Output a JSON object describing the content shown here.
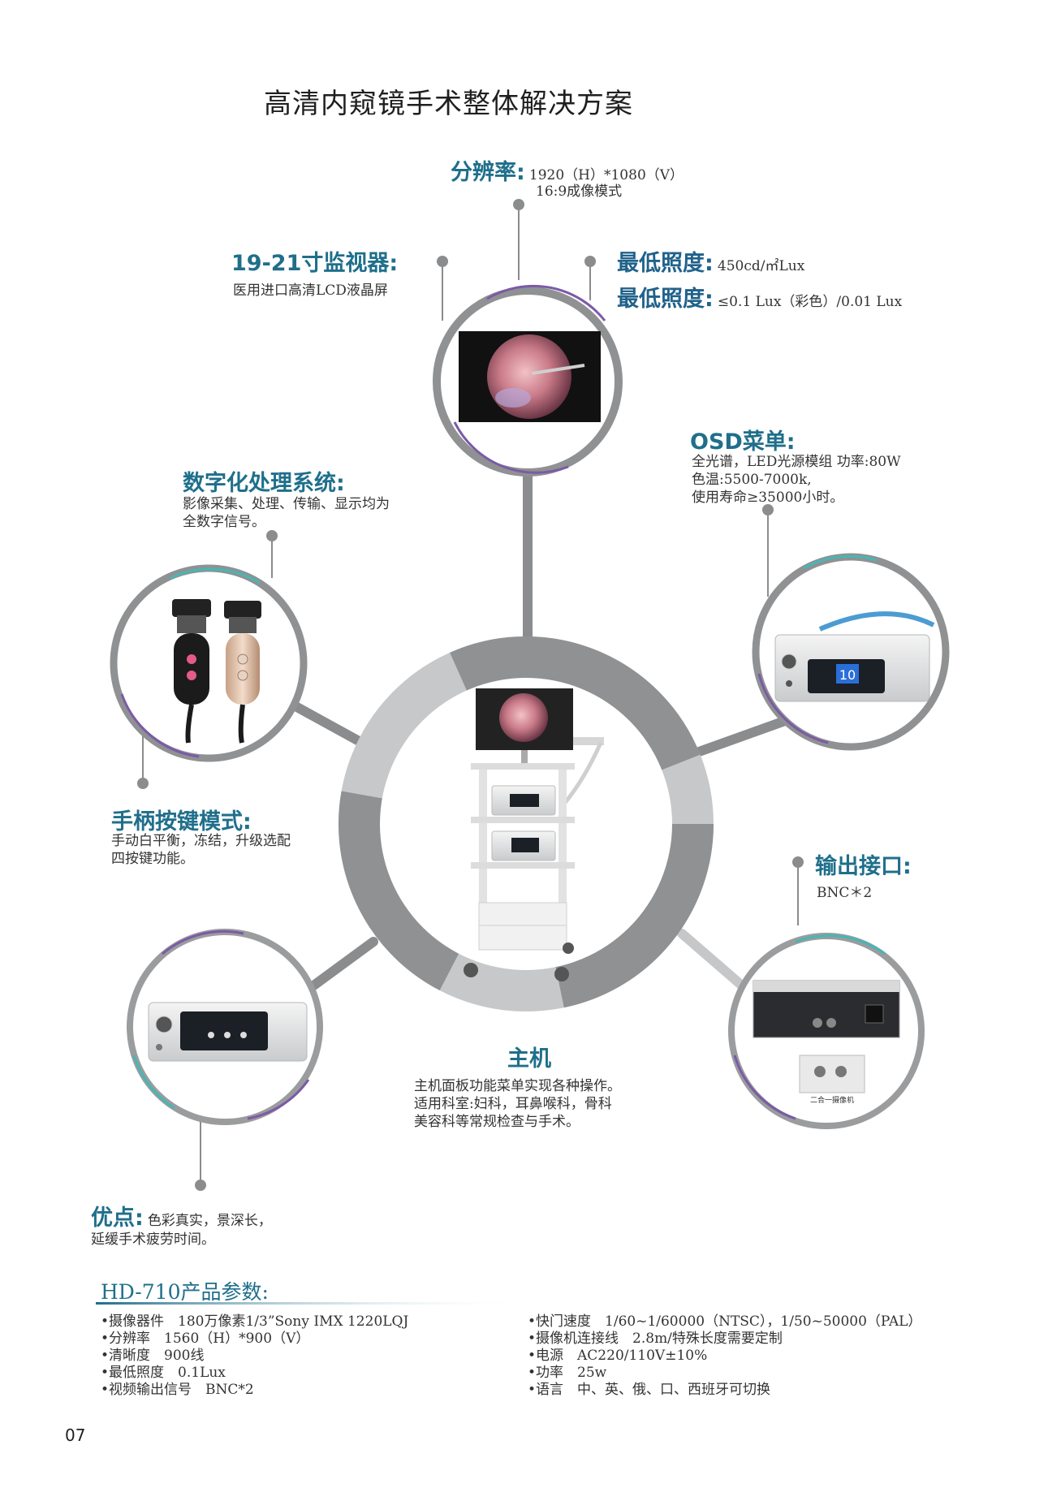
{
  "title": "高清内窥镜手术整体解决方案",
  "resolution": {
    "label": "分辨率:",
    "line1": "1920（H）*1080（V）",
    "line2": "16:9成像模式"
  },
  "monitor": {
    "label": "19-21寸监视器:",
    "desc": "医用进口高清LCD液晶屏"
  },
  "min_illum_1": {
    "label": "最低照度:",
    "value": "450cd/㎡Lux"
  },
  "min_illum_2": {
    "label": "最低照度:",
    "value": "≤0.1 Lux（彩色）/0.01 Lux"
  },
  "digital": {
    "label": "数字化处理系统:",
    "line1": "影像采集、处理、传输、显示均为",
    "line2": "全数字信号。"
  },
  "osd": {
    "label": "OSD菜单:",
    "line1": "全光谱，LED光源模组 功率:80W",
    "line2": "色温:5500-7000k,",
    "line3": "使用寿命≥35000小时。"
  },
  "handle": {
    "label": "手柄按键模式:",
    "line1": "手动白平衡，冻结，升级选配",
    "line2": "四按键功能。"
  },
  "output": {
    "label": "输出接口:",
    "value": "BNC＊2"
  },
  "host": {
    "label": "主机",
    "line1": "主机面板功能菜单实现各种操作。",
    "line2": "适用科室:妇科，耳鼻喉科，骨科",
    "line3": "美容科等常规检查与手术。"
  },
  "advantage": {
    "label": "优点:",
    "line1": "色彩真实，景深长，",
    "line2": "延缓手术疲劳时间。"
  },
  "camera_label": "二合一摄像机",
  "light_display": "10",
  "spec": {
    "title": "HD-710产品参数:",
    "left": [
      "•摄像器件　180万像素1/3”Sony IMX 1220LQJ",
      "•分辨率　1560（H）*900（V）",
      "•清晰度　900线",
      "•最低照度　0.1Lux",
      "•视频输出信号　BNC*2"
    ],
    "right": [
      "•快门速度　1/60~1/60000（NTSC），1/50~50000（PAL）",
      "•摄像机连接线　2.8m/特殊长度需要定制",
      "•电源　AC220/110V±10%",
      "•功率　25w",
      "•语言　中、英、俄、口、西班牙可切换"
    ]
  },
  "page_number": "07",
  "colors": {
    "accent": "#1f6f8b",
    "ring_dark": "#8a8c8e",
    "ring_light": "#cfd1d3",
    "purple": "#7b5aa6",
    "teal": "#46b7b4"
  }
}
